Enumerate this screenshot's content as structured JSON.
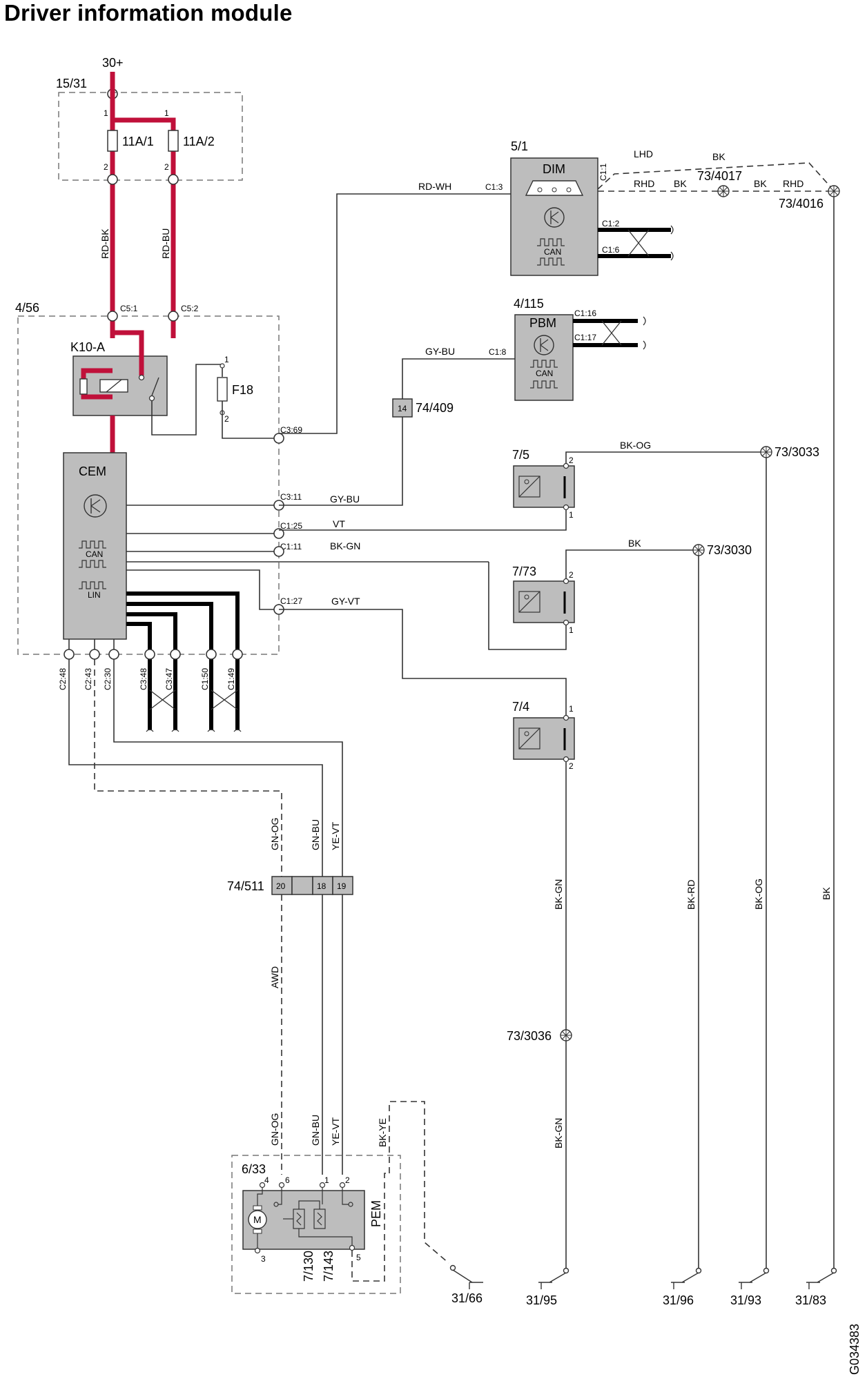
{
  "title": "Driver information module",
  "figure_id": "G034383",
  "supply": {
    "battery": "30+",
    "fuse_box": "15/31",
    "fuse1": "11A/1",
    "fuse2": "11A/2",
    "pin1a": "1",
    "pin1b": "1",
    "pin2a": "2",
    "pin2b": "2"
  },
  "wires": {
    "rd_bk": "RD-BK",
    "rd_bu": "RD-BU",
    "rd_wh": "RD-WH",
    "gy_bu_pbm": "GY-BU",
    "gy_bu_cem": "GY-BU",
    "vt": "VT",
    "bk_gn": "BK-GN",
    "gy_vt": "GY-VT",
    "bk_og": "BK-OG",
    "bk_7_73": "BK",
    "gn_og_1": "GN-OG",
    "gn_bu_1": "GN-BU",
    "ye_vt_1": "YE-VT",
    "gn_og_2": "GN-OG",
    "gn_bu_2": "GN-BU",
    "ye_vt_2": "YE-VT",
    "bk_ye": "BK-YE",
    "awd": "AWD",
    "bk_gn_v1": "BK-GN",
    "bk_gn_v2": "BK-GN",
    "bk_rd_v": "BK-RD",
    "bk_og_v": "BK-OG",
    "bk_v": "BK",
    "lhd": "LHD",
    "rhd1": "RHD",
    "rhd2": "RHD",
    "bk_top": "BK",
    "bk_mid1": "BK",
    "bk_mid2": "BK"
  },
  "cem_module": {
    "box_id": "4/56",
    "connectors": [
      "C5:1",
      "C5:2"
    ],
    "relay": "K10-A",
    "fuse": "F18",
    "fuse_pin1": "1",
    "fuse_pin2": "2",
    "name": "CEM",
    "can": "CAN",
    "lin": "LIN",
    "c3_69": "C3:69",
    "c3_11": "C3:11",
    "c1_25": "C1:25",
    "c1_11": "C1:11",
    "c1_27": "C1:27",
    "bottom_pins": [
      "C2:48",
      "C2:43",
      "C2:30",
      "C3:48",
      "C3:47",
      "C1:50",
      "C1:49"
    ]
  },
  "dim": {
    "id": "5/1",
    "name": "DIM",
    "can": "CAN",
    "c1_3": "C1:3",
    "c1_1": "C1:1",
    "c1_2": "C1:2",
    "c1_6": "C1:6"
  },
  "pbm": {
    "id": "4/115",
    "name": "PBM",
    "can": "CAN",
    "c1_8": "C1:8",
    "c1_16": "C1:16",
    "c1_17": "C1:17"
  },
  "splices": {
    "s74_409_num": "14",
    "s74_409": "74/409",
    "s73_4017": "73/4017",
    "s73_4016": "73/4016",
    "s73_3033": "73/3033",
    "s73_3030": "73/3030",
    "s73_3036": "73/3036"
  },
  "switches": {
    "s7_5": "7/5",
    "s7_73": "7/73",
    "s7_4": "7/4",
    "p7_5_top": "2",
    "p7_5_bot": "1",
    "p7_73_top": "2",
    "p7_73_bot": "1",
    "p7_4_top": "1",
    "p7_4_bot": "2"
  },
  "connector_74_511": {
    "id": "74/511",
    "pins": [
      "20",
      "",
      "18",
      "19"
    ]
  },
  "pem": {
    "box_id": "6/33",
    "name": "PEM",
    "motor": "M",
    "pin4": "4",
    "pin6": "6",
    "pin1": "1",
    "pin2": "2",
    "pin3": "3",
    "pin5": "5",
    "label_7_130": "7/130",
    "label_7_143": "7/143"
  },
  "grounds": [
    "31/66",
    "31/95",
    "31/96",
    "31/93",
    "31/83"
  ]
}
